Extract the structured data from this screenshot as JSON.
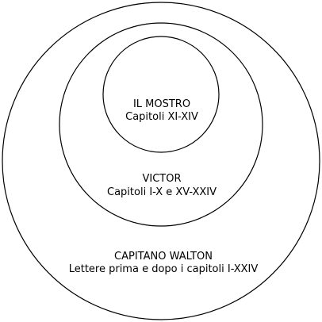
{
  "diagram": {
    "outer": {
      "title": "CAPITANO WALTON",
      "subtitle": "Lettere prima e dopo i capitoli I-XXIV"
    },
    "middle": {
      "title": "VICTOR",
      "subtitle": "Capitoli I-X e XV-XXIV"
    },
    "inner": {
      "title": "IL MOSTRO",
      "subtitle": "Capitoli XI-XIV"
    },
    "colors": {
      "stroke": "#000000",
      "text": "#000000",
      "background": "#ffffff"
    }
  }
}
